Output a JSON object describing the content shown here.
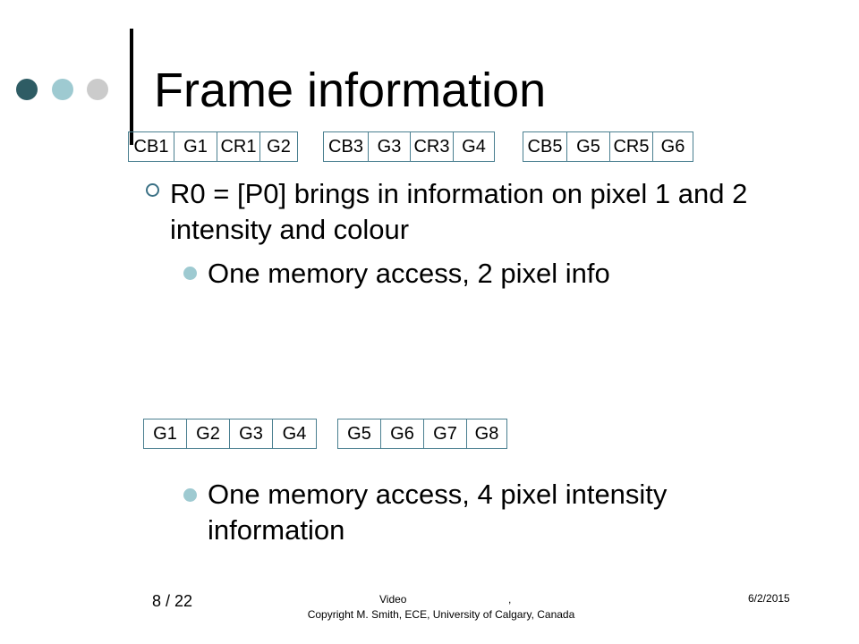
{
  "theme": {
    "dot_colors": [
      "#2e5c64",
      "#9ecad1",
      "#cbcbcb"
    ]
  },
  "title": "Frame information",
  "top_registers": [
    [
      "CB1",
      "G1",
      "CR1",
      "G2"
    ],
    [
      "CB3",
      "G3",
      "CR3",
      "G4"
    ],
    [
      "CB5",
      "G5",
      "CR5",
      "G6"
    ]
  ],
  "bullet_main": "R0 = [P0]  brings in information on pixel 1 and 2 intensity and colour",
  "sub_bullet_1": "One memory access, 2 pixel info",
  "bottom_registers": [
    [
      "G1",
      "G2",
      "G3",
      "G4"
    ],
    [
      "G5",
      "G6",
      "G7",
      "G8"
    ]
  ],
  "sub_bullet_2": "One memory access, 4 pixel intensity information",
  "footer": {
    "page": "8 / 22",
    "line1_left": "Video",
    "line1_mark": ",",
    "line2": "Copyright M. Smith, ECE, University of Calgary, Canada",
    "date": "6/2/2015"
  }
}
